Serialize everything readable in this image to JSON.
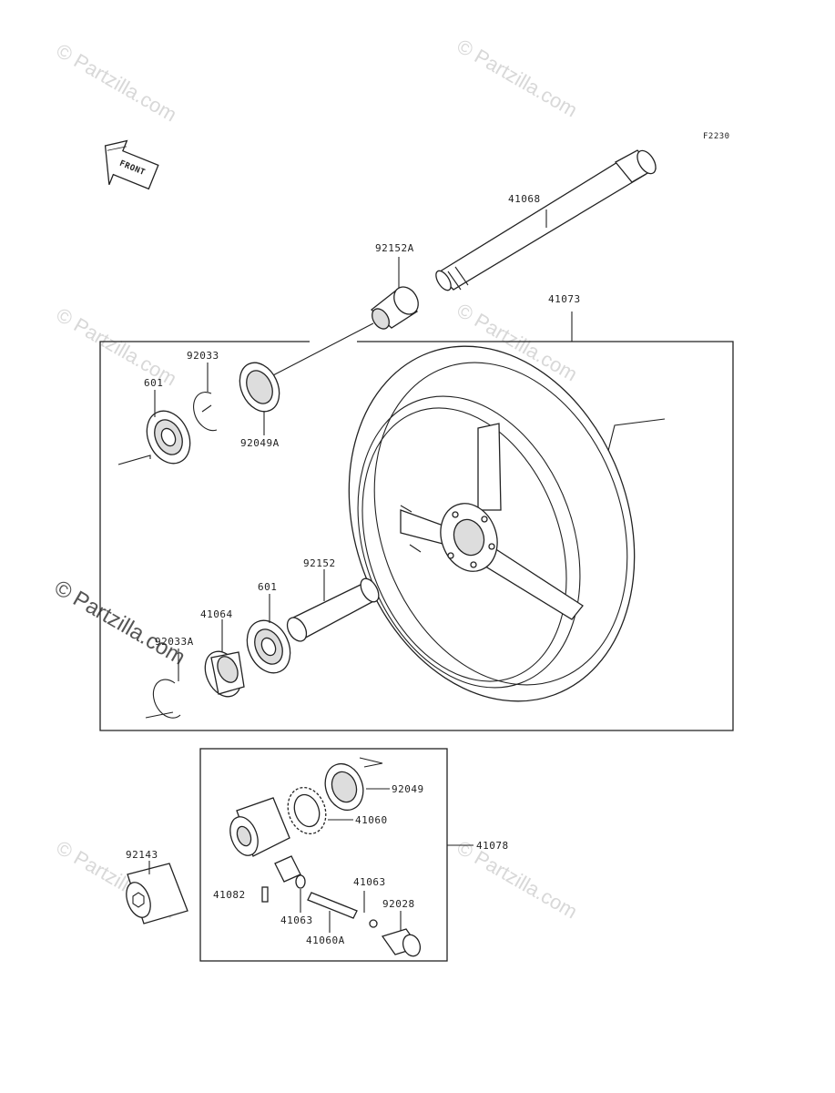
{
  "diagram_code": "F2230",
  "front_arrow_label": "FRONT",
  "watermark": "© Partzilla.com",
  "watermark_text": "Partzilla.com",
  "watermark_symbol": "©",
  "labels": {
    "p41068": "41068",
    "p92152A": "92152A",
    "p41073": "41073",
    "p92033": "92033",
    "p601_top": "601",
    "p92049A": "92049A",
    "p92152": "92152",
    "p601_bot": "601",
    "p41064": "41064",
    "p92033A": "92033A",
    "p92049": "92049",
    "p41060": "41060",
    "p41078": "41078",
    "p92143": "92143",
    "p41082": "41082",
    "p41063_a": "41063",
    "p41063_b": "41063",
    "p92028": "92028",
    "p41060A": "41060A"
  }
}
